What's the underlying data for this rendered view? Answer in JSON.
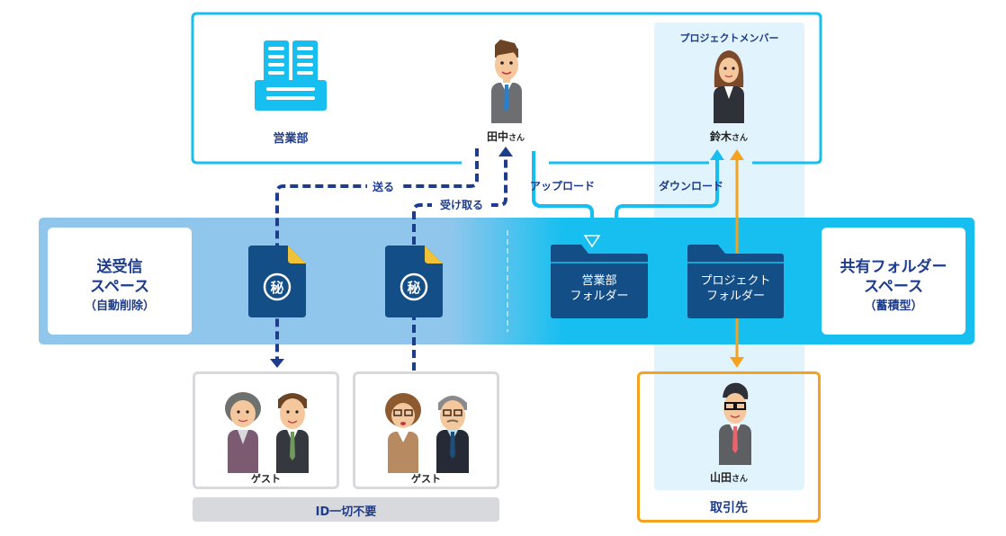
{
  "colors": {
    "cyan": "#17bff0",
    "navy": "#1e3c8c",
    "doc_blue": "#134e87",
    "orange": "#f5a31e",
    "transfer_space": "#90c6ec",
    "light_panel": "#e1f3fc",
    "guest_border": "#d8d9dc",
    "doc_corner": "#f0c23a"
  },
  "top_section": {
    "department": {
      "icon": "building-icon",
      "label": "営業部"
    },
    "tanaka": {
      "name": "田中",
      "suffix": "さん",
      "icon": "businessman-icon"
    },
    "project_member": {
      "heading": "プロジェクトメンバー",
      "suzuki": {
        "name": "鈴木",
        "suffix": "さん",
        "icon": "businesswoman-icon"
      }
    }
  },
  "arrows": {
    "send": "送る",
    "receive": "受け取る",
    "upload": "アップロード",
    "download": "ダウンロード"
  },
  "transfer_space": {
    "title_line1": "送受信",
    "title_line2": "スペース",
    "subtitle": "（自動削除）",
    "documents": [
      {
        "icon": "confidential-document-icon",
        "glyph": "秘"
      },
      {
        "icon": "confidential-document-icon",
        "glyph": "秘"
      }
    ]
  },
  "shared_space": {
    "title_line1": "共有フォルダー",
    "title_line2": "スペース",
    "subtitle": "（蓄積型）",
    "folders": [
      {
        "line1": "営業部",
        "line2": "フォルダー"
      },
      {
        "line1": "プロジェクト",
        "line2": "フォルダー"
      }
    ]
  },
  "guests": [
    {
      "label": "ゲスト",
      "icons": [
        "elderly-woman-icon",
        "businessman-icon"
      ]
    },
    {
      "label": "ゲスト",
      "icons": [
        "woman-glasses-icon",
        "elderly-man-icon"
      ]
    }
  ],
  "no_id_banner": "ID一切不要",
  "client": {
    "name": "山田",
    "suffix": "さん",
    "icon": "businessman-glasses-icon",
    "label": "取引先"
  }
}
